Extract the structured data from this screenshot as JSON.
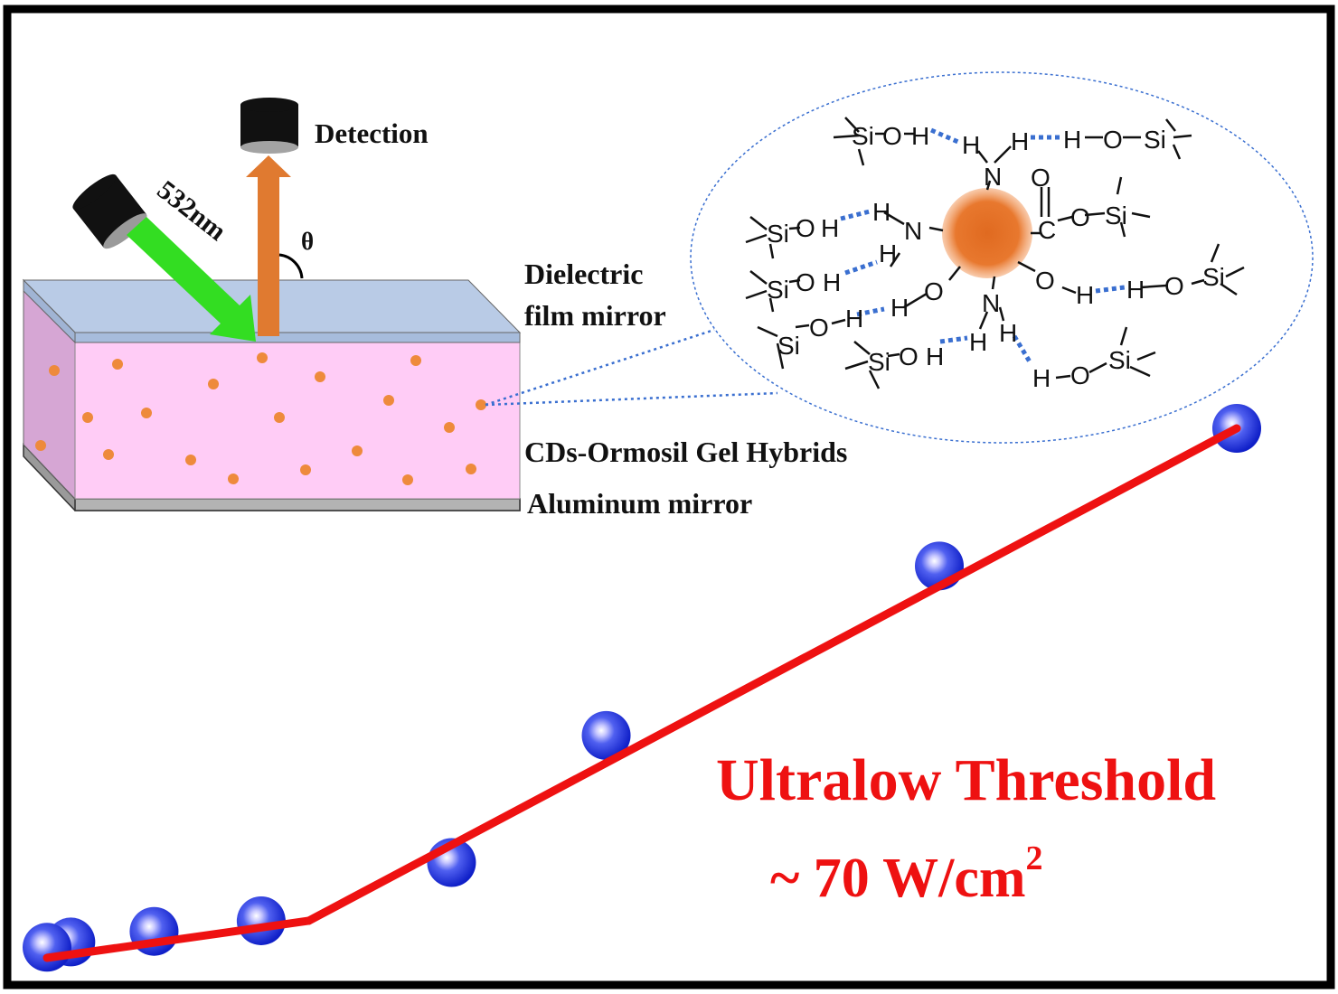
{
  "labels": {
    "detection": "Detection",
    "wavelength": "532nm",
    "angle": "θ",
    "dielectric_line1": "Dielectric",
    "dielectric_line2": "film mirror",
    "gel": "CDs-Ormosil Gel Hybrids",
    "aluminum": "Aluminum mirror"
  },
  "headline": {
    "line1": "Ultralow Threshold",
    "line2_prefix": "~ 70 W/cm",
    "line2_sup": "2"
  },
  "chemistry": {
    "si": "Si",
    "o": "O",
    "h": "H",
    "n": "N",
    "c": "C"
  },
  "colors": {
    "frame": "#000000",
    "pump_beam": "#33dd22",
    "emission_beam": "#e07a30",
    "dielectric": "#b9cbe6",
    "gel": "#ffccf6",
    "gel_side": "#d8a8d4",
    "aluminum": "#a0a0a0",
    "particle": "#ee8a3c",
    "core": "#e8702a",
    "hbond": "#3a6fd0",
    "fit_line": "#ee1111",
    "points": "#2233dd",
    "headline": "#ee1111"
  },
  "chart_data": {
    "type": "scatter",
    "points": [
      [
        0.0,
        0.02
      ],
      [
        0.02,
        0.03
      ],
      [
        0.09,
        0.05
      ],
      [
        0.18,
        0.07
      ],
      [
        0.34,
        0.18
      ],
      [
        0.47,
        0.42
      ],
      [
        0.75,
        0.74
      ],
      [
        1.0,
        1.0
      ]
    ],
    "fit_segments": [
      {
        "from": [
          0.0,
          0.0
        ],
        "to": [
          0.22,
          0.07
        ]
      },
      {
        "from": [
          0.22,
          0.07
        ],
        "to": [
          1.0,
          1.0
        ]
      }
    ],
    "axes_visible": false
  }
}
